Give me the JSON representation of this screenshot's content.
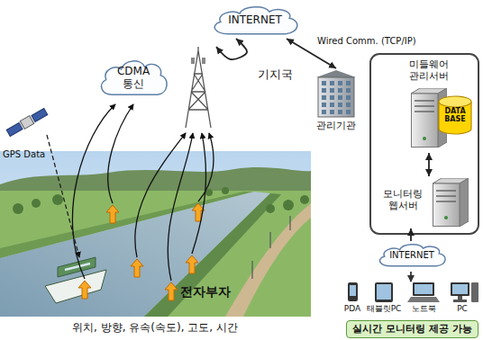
{
  "diagram": {
    "nodes": [
      {
        "text": [
          "INTERNET"
        ]
      },
      {
        "text": [
          "CDMA 통신"
        ]
      },
      {
        "text": [
          "기지국"
        ]
      },
      {
        "text": [
          "관리기관"
        ]
      },
      {
        "text": [
          "미들웨어 관리서버"
        ]
      },
      {
        "text": [
          "DATA BASE"
        ]
      },
      {
        "text": [
          "모니터링 웹서버"
        ]
      },
      {
        "text": [
          "INTERNET"
        ]
      },
      {
        "text": [
          "실시간 모니터링 제공 가능"
        ]
      }
    ],
    "edges": [
      {
        "from": 0,
        "to": 3,
        "arrow": "both",
        "label": "Wired Comm. (TCP/IP)"
      },
      {
        "from": 2,
        "to": 0,
        "arrow": "both"
      },
      {
        "from": 4,
        "to": 6,
        "arrow": "both"
      },
      {
        "from": 7,
        "to": 6,
        "arrow": "to"
      }
    ],
    "labels": [
      "GPS Data",
      "전자부자",
      "위치, 방향, 유속(속도), 고도, 시간",
      "PDA",
      "태블릿PC",
      "노트북",
      "PC"
    ]
  }
}
